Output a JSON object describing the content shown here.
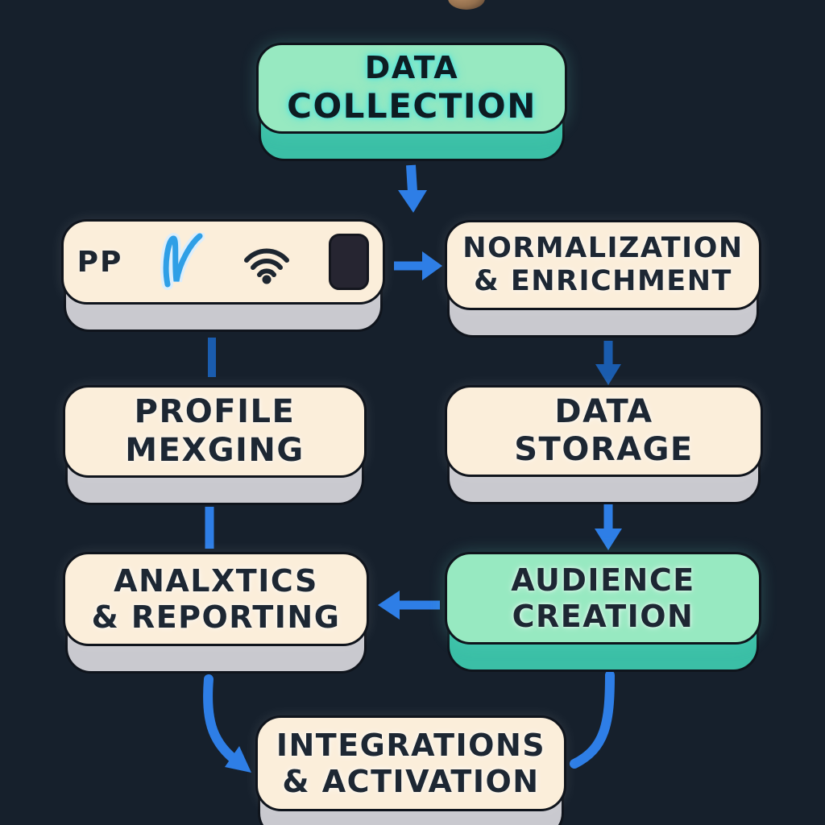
{
  "diagram": {
    "background_color": "#16202c",
    "colors": {
      "arrow_bright": "#2e7ee6",
      "arrow_dark": "#1a5cae",
      "node_cream_face": "#fbeeda",
      "node_cream_side": "#c9c9cf",
      "node_green_face": "#97e9c1",
      "node_green_side": "#3bbfa6",
      "outline": "#0f141c",
      "text_dark": "#1d2733",
      "text_glow_cyan": "#3fe2e6",
      "wifi_icon_color": "#1d2630",
      "checkmark_icon_color": "#2f9fe6"
    },
    "nodes": [
      {
        "id": "data-collection",
        "line1": "DATA",
        "line2": "COLLECTION",
        "style": "green"
      },
      {
        "id": "data-sources",
        "style": "cream",
        "icons": [
          {
            "name": "pp-logo",
            "text": "PP"
          },
          {
            "name": "checkmark-icon"
          },
          {
            "name": "wifi-icon"
          },
          {
            "name": "phone-icon"
          }
        ]
      },
      {
        "id": "normalization-enrichment",
        "line1": "NORMALIZATION",
        "line2": "& ENRICHMENT",
        "style": "cream"
      },
      {
        "id": "profile-merging",
        "line1": "PROFILE",
        "line2": "MEXGING",
        "style": "cream"
      },
      {
        "id": "data-storage",
        "line1": "DATA",
        "line2": "STORAGE",
        "style": "cream"
      },
      {
        "id": "analytics-reporting",
        "line1": "ANALXTICS",
        "line2": "& REPORTING",
        "style": "cream"
      },
      {
        "id": "audience-creation",
        "line1": "AUDIENCE",
        "line2": "CREATION",
        "style": "green"
      },
      {
        "id": "integrations-activation",
        "line1": "INTEGRATIONS",
        "line2": "& ACTIVATION",
        "style": "cream"
      }
    ],
    "edges": [
      {
        "from": "data-collection",
        "to": "between-data-sources-and-normalization",
        "direction": "down",
        "arrowhead": true,
        "color": "bright"
      },
      {
        "from": "data-sources",
        "to": "normalization-enrichment",
        "direction": "right",
        "arrowhead": true,
        "color": "bright"
      },
      {
        "from": "data-sources",
        "to": "profile-merging",
        "direction": "down",
        "arrowhead": false,
        "color": "dark"
      },
      {
        "from": "normalization-enrichment",
        "to": "data-storage",
        "direction": "down",
        "arrowhead": true,
        "color": "dark"
      },
      {
        "from": "profile-merging",
        "to": "analytics-reporting",
        "direction": "down",
        "arrowhead": false,
        "color": "bright"
      },
      {
        "from": "data-storage",
        "to": "audience-creation",
        "direction": "down",
        "arrowhead": true,
        "color": "bright"
      },
      {
        "from": "audience-creation",
        "to": "analytics-reporting",
        "direction": "left",
        "arrowhead": true,
        "color": "bright"
      },
      {
        "from": "analytics-reporting",
        "to": "integrations-activation",
        "direction": "curve-down-right",
        "arrowhead": true,
        "color": "bright"
      },
      {
        "from": "audience-creation",
        "to": "integrations-activation",
        "direction": "curve-down-left",
        "arrowhead": false,
        "color": "bright"
      }
    ]
  }
}
